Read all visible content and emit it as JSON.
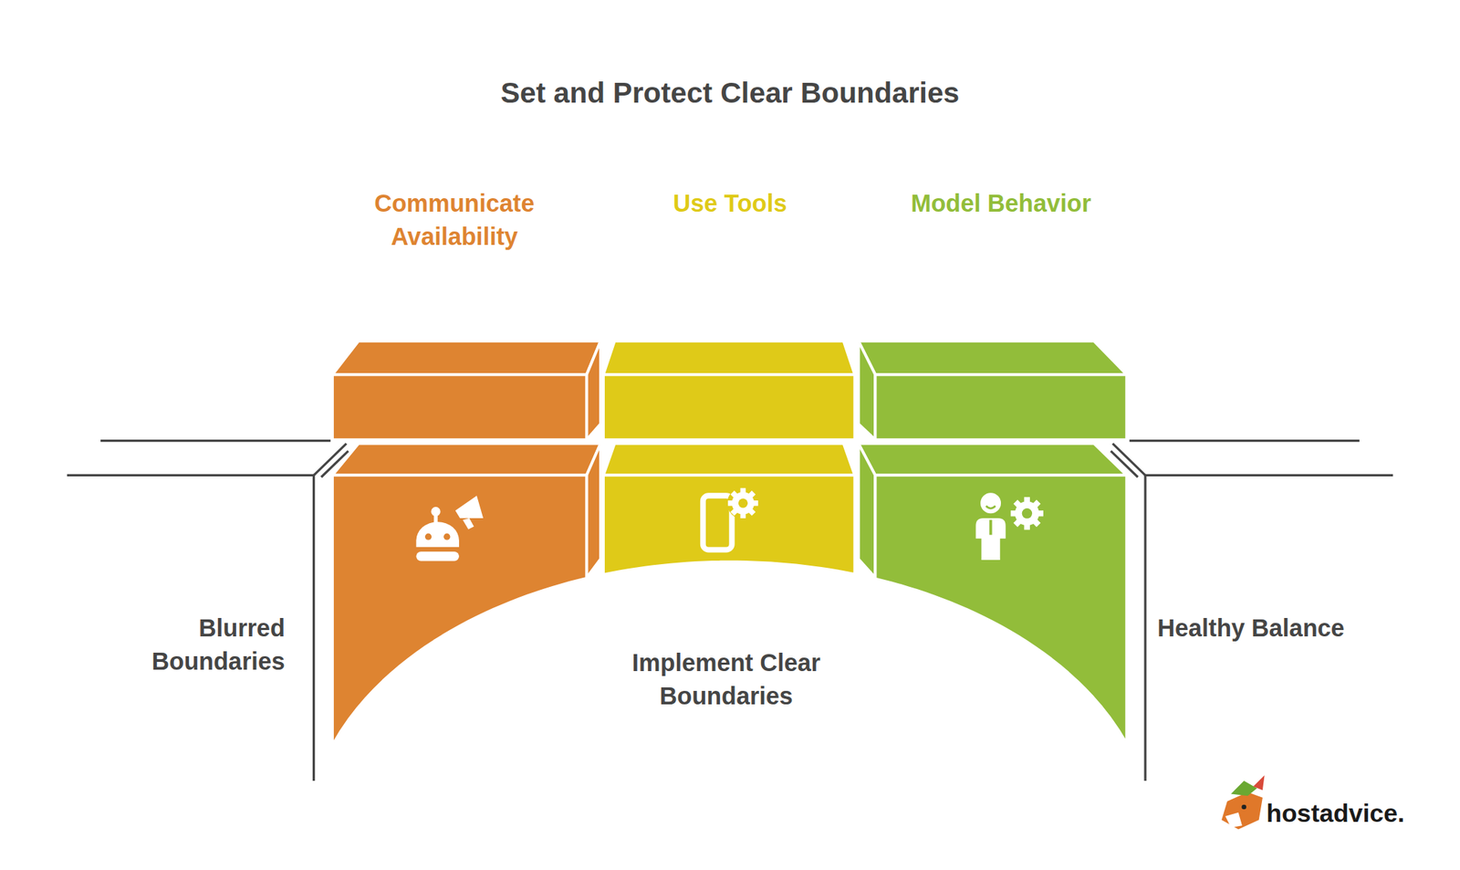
{
  "diagram": {
    "title": "Set and Protect Clear Boundaries",
    "nodes": [
      {
        "text": [
          "Communicate Availability"
        ]
      },
      {
        "text": [
          "Use Tools"
        ]
      },
      {
        "text": [
          "Model Behavior"
        ]
      }
    ],
    "labels": [
      "Blurred Boundaries",
      "Implement Clear Boundaries",
      "Healthy Balance",
      "hostadvice."
    ]
  }
}
